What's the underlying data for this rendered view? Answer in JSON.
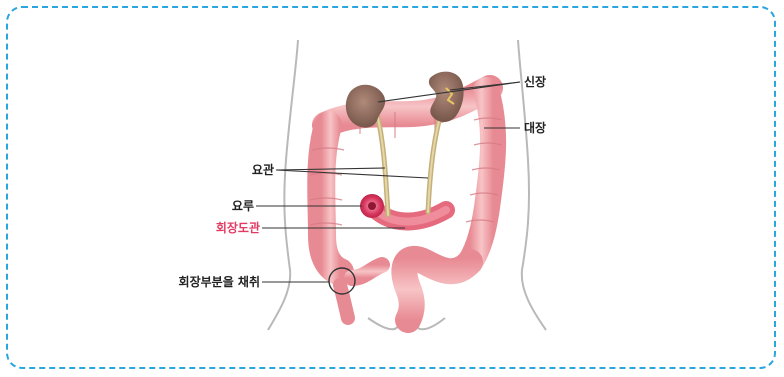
{
  "labels": {
    "kidney": "신장",
    "large_intestine": "대장",
    "ureter": "요관",
    "stoma": "요루",
    "ileal_conduit": "회장도관",
    "ileum_harvest": "회장부분을 채취"
  },
  "colors": {
    "border": "#2aa6df",
    "accent_label": "#e23a63",
    "colon": "#f1a9ad",
    "kidney": "#8c6a5c",
    "ureter": "#d2c18e",
    "leader_line": "#333333"
  }
}
